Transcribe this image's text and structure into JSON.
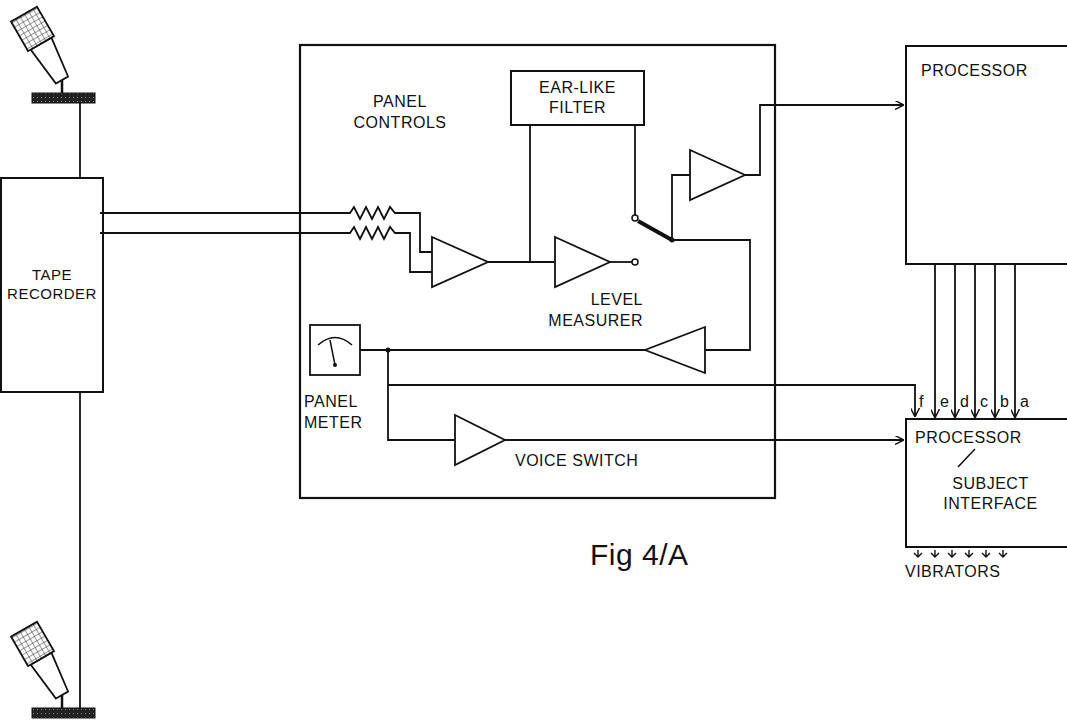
{
  "diagram": {
    "caption": "Fig 4/A",
    "nodes": [
      {
        "text": [
          "TAPE RECORDER"
        ]
      },
      {
        "text": [
          "EAR-LIKE FILTER"
        ]
      },
      {
        "text": [
          "PROCESSOR"
        ]
      },
      {
        "text": [
          "PROCESSOR",
          "SUBJECT INTERFACE"
        ]
      }
    ],
    "edges": [
      {
        "from": 2,
        "to": 3,
        "arrow": "to",
        "label": "e"
      },
      {
        "from": 2,
        "to": 3,
        "arrow": "to",
        "label": "d"
      },
      {
        "from": 2,
        "to": 3,
        "arrow": "to",
        "label": "c"
      },
      {
        "from": 2,
        "to": 3,
        "arrow": "to",
        "label": "b"
      },
      {
        "from": 2,
        "to": 3,
        "arrow": "to",
        "label": "a"
      }
    ],
    "labels": [
      "PANEL CONTROLS",
      "LEVEL MEASURER",
      "PANEL METER",
      "VOICE SWITCH",
      "f",
      "VIBRATORS"
    ]
  }
}
